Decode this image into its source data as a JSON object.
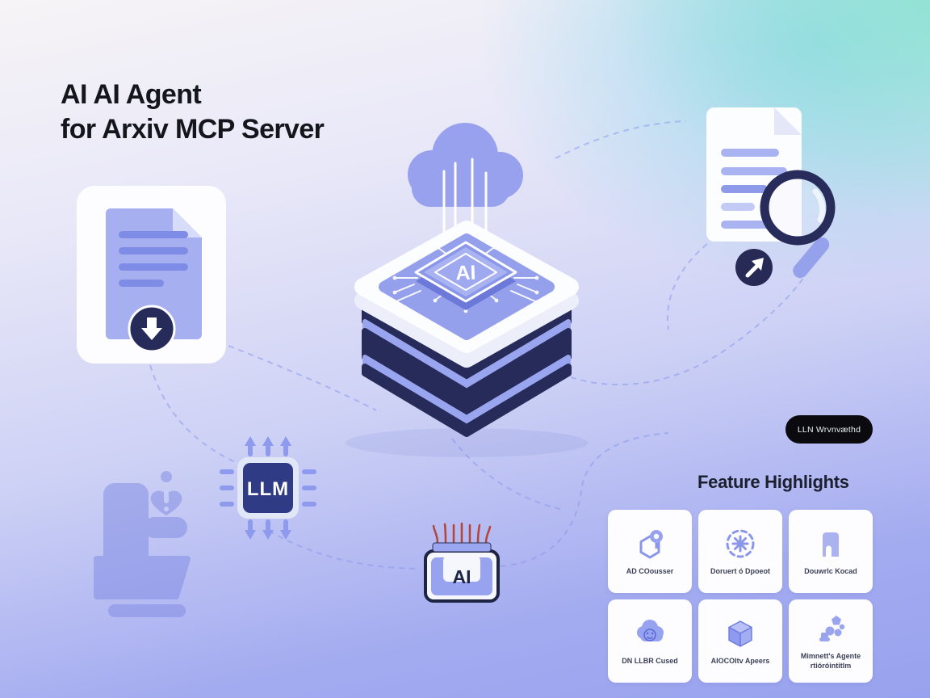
{
  "title": {
    "line1": "AI AI Agent",
    "line2": "for Arxiv MCP Server"
  },
  "pill": {
    "label": "LLN Wrvnvæthd"
  },
  "illustration": {
    "center_chip_label": "AI",
    "llm_chip_label": "LLM",
    "ai_badge_label": "AI"
  },
  "features": {
    "heading": "Feature Highlights",
    "cards": [
      {
        "icon": "hexagon-magnifier-icon",
        "label": "AD COousser"
      },
      {
        "icon": "dashed-circle-asterisk-icon",
        "label": "Doruert ó Dpoeot"
      },
      {
        "icon": "folder-arch-icon",
        "label": "Douwrlc Kocad"
      },
      {
        "icon": "cloud-face-icon",
        "label": "DN LLBR Cused"
      },
      {
        "icon": "cube-icon",
        "label": "AIOCOltv Apeers"
      },
      {
        "icon": "shape-cluster-icon",
        "label": "Mimnett's Agente rtióróintitlm"
      }
    ]
  },
  "colors": {
    "accent_periwinkle": "#97a2ee",
    "navy": "#272b59",
    "mint": "#8fe3d2",
    "pill_bg": "#0b0b0f",
    "card_bg": "#fdfdff"
  }
}
